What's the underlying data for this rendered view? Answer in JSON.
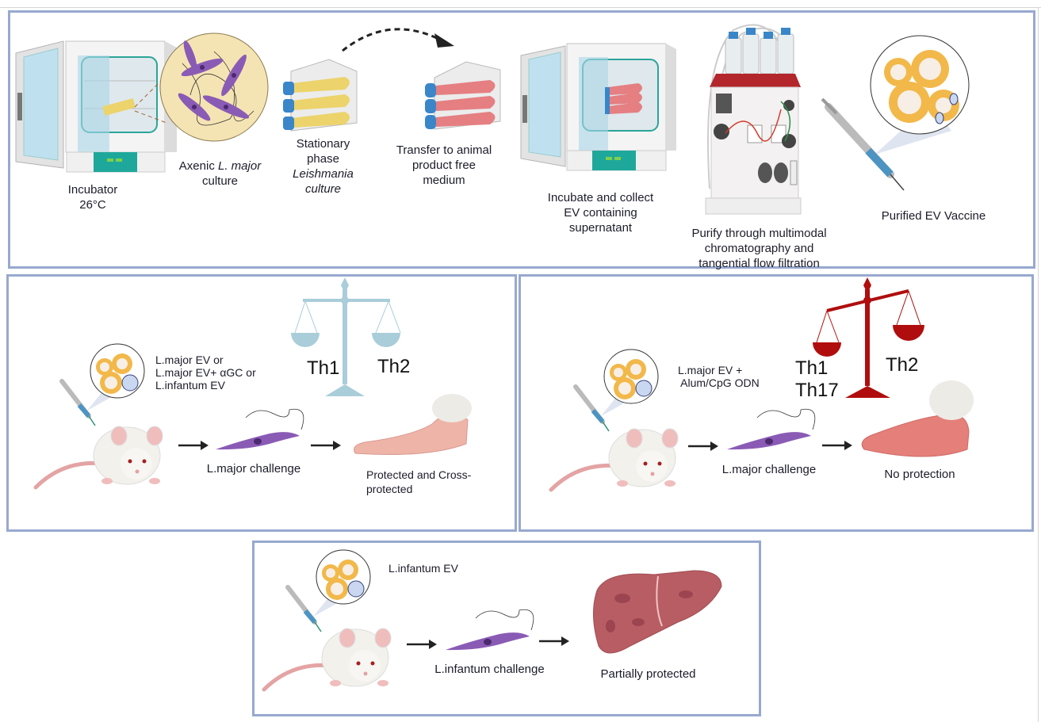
{
  "colors": {
    "panel_border": "#98a9cf",
    "scale_balanced": "#a9cdd9",
    "scale_unbalanced": "#b00e0e",
    "parasite": "#8a5bb5",
    "flask_yellow": "#ecd36b",
    "flask_red": "#e57f82",
    "flask_cap": "#3a86c9",
    "incubator_panel": "#1ea89b",
    "liver": "#b85d63",
    "arrow": "#222222"
  },
  "top_panel": {
    "steps": [
      {
        "id": "incubator",
        "label_line1": "Incubator",
        "label_line2": "26°C"
      },
      {
        "id": "culture",
        "label_prefix": "Axenic ",
        "label_italic": "L. major",
        "label_line2": "culture"
      },
      {
        "id": "stationary",
        "label_line1": "Stationary",
        "label_line2": "phase",
        "label_italic1": "Leishmania",
        "label_italic2": "culture"
      },
      {
        "id": "transfer",
        "label_line1": "Transfer to animal",
        "label_line2": "product free",
        "label_line3": "medium"
      },
      {
        "id": "incubate",
        "label_line1": "Incubate and collect",
        "label_line2": "EV containing",
        "label_line3": "supernatant"
      },
      {
        "id": "purify",
        "label_line1": "Purify through multimodal",
        "label_line2": "chromatography and",
        "label_line3": "tangential flow filtration"
      },
      {
        "id": "vaccine",
        "label_line1": "Purified EV Vaccine"
      }
    ]
  },
  "left_panel": {
    "vaccine_line1": "L.major EV or",
    "vaccine_line2": "L.major EV+ αGC or",
    "vaccine_line3": "L.infantum EV",
    "challenge": "L.major challenge",
    "outcome_line1": "Protected and Cross-",
    "outcome_line2": "protected",
    "scale": {
      "left": "Th1",
      "right": "Th2",
      "state": "balanced"
    }
  },
  "right_panel": {
    "vaccine_line1": "L.major EV +",
    "vaccine_line2": " Alum/CpG ODN",
    "challenge": "L.major challenge",
    "outcome": "No protection",
    "scale": {
      "left_line1": "Th1",
      "left_line2": "Th17",
      "right": "Th2",
      "state": "tilted-left"
    }
  },
  "bottom_panel": {
    "vaccine": "L.infantum EV",
    "challenge": "L.infantum challenge",
    "outcome": "Partially protected"
  }
}
